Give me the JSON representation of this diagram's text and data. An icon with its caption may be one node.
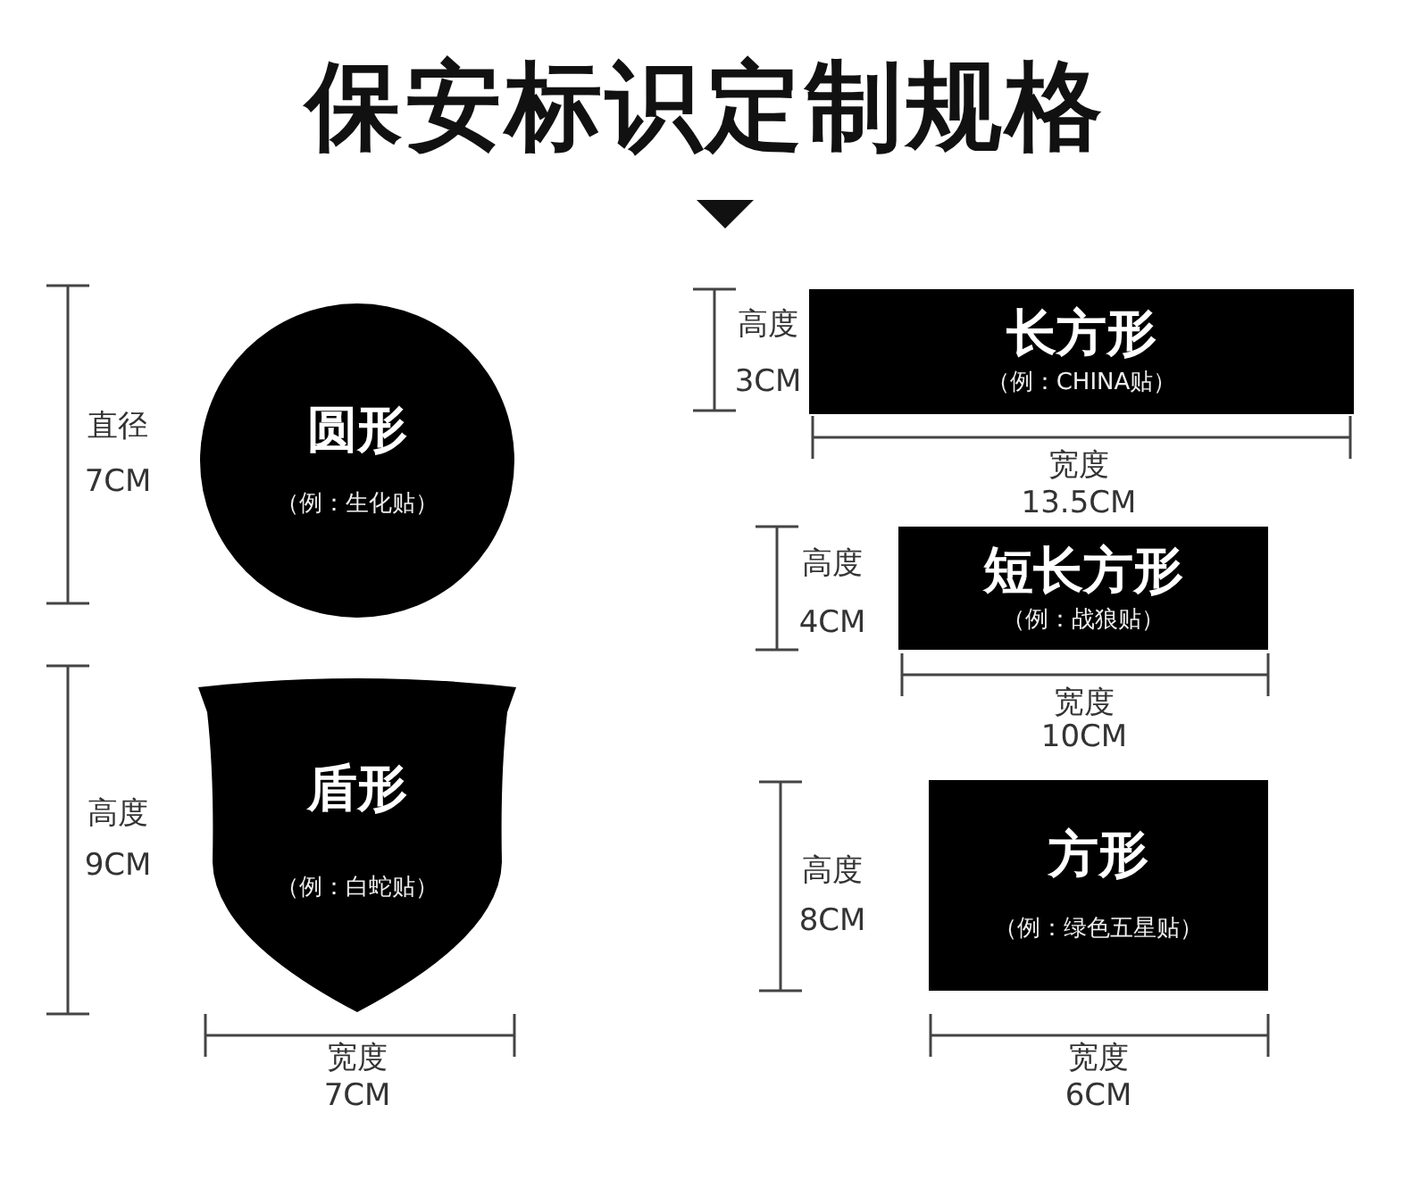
{
  "diagram": {
    "title": "保安标识定制规格",
    "nodes": [
      {
        "text": [
          "圆形",
          "（例：生化贴）"
        ]
      },
      {
        "text": [
          "盾形",
          "（例：白蛇贴）"
        ]
      },
      {
        "text": [
          "长方形",
          "（例：CHINA贴）"
        ]
      },
      {
        "text": [
          "短长方形",
          "（例：战狼贴）"
        ]
      },
      {
        "text": [
          "方形",
          "（例：绿色五星贴）"
        ]
      }
    ],
    "labels": [
      "直径",
      "7CM",
      "高度",
      "9CM",
      "宽度",
      "7CM",
      "高度",
      "3CM",
      "宽度",
      "13.5CM",
      "高度",
      "4CM",
      "宽度",
      "10CM",
      "高度",
      "8CM",
      "宽度",
      "6CM"
    ]
  }
}
